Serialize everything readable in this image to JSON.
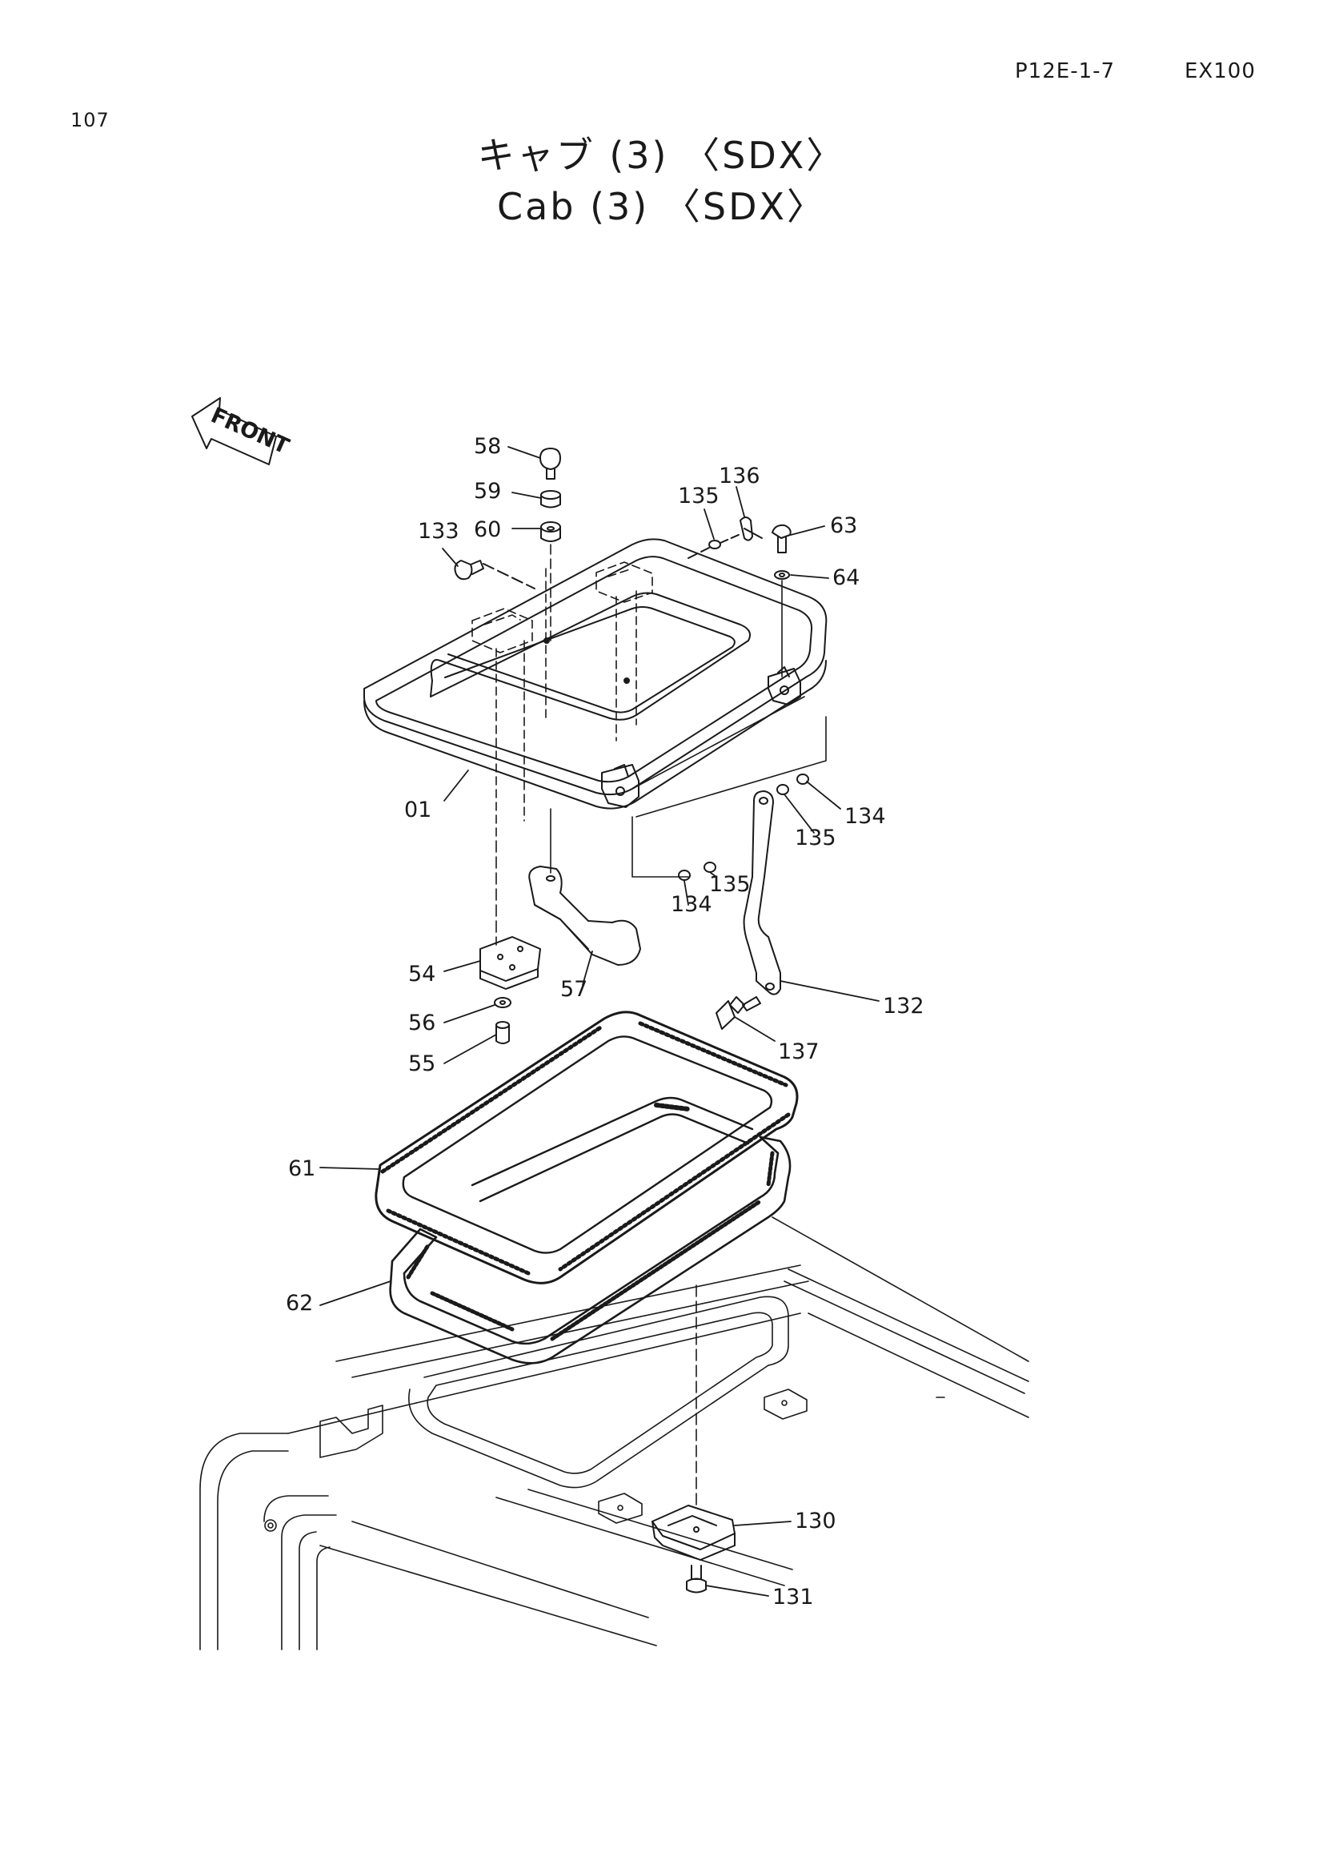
{
  "header": {
    "page_number": "107",
    "code_ref": "P12E-1-7",
    "model_ref": "EX100"
  },
  "title": {
    "japanese": "キャブ (3) 〈SDX〉",
    "english": "Cab (3) 〈SDX〉"
  },
  "diagram": {
    "direction_label": "FRONT",
    "part_labels": {
      "p58": "58",
      "p59": "59",
      "p60": "60",
      "p133": "133",
      "p135a": "135",
      "p136": "136",
      "p63": "63",
      "p64": "64",
      "p01": "01",
      "p134a": "134",
      "p135b": "135",
      "p134b": "134",
      "p135c": "135",
      "p54": "54",
      "p57": "57",
      "p56": "56",
      "p55": "55",
      "p132": "132",
      "p137": "137",
      "p61": "61",
      "p62": "62",
      "p130": "130",
      "p131": "131"
    }
  }
}
